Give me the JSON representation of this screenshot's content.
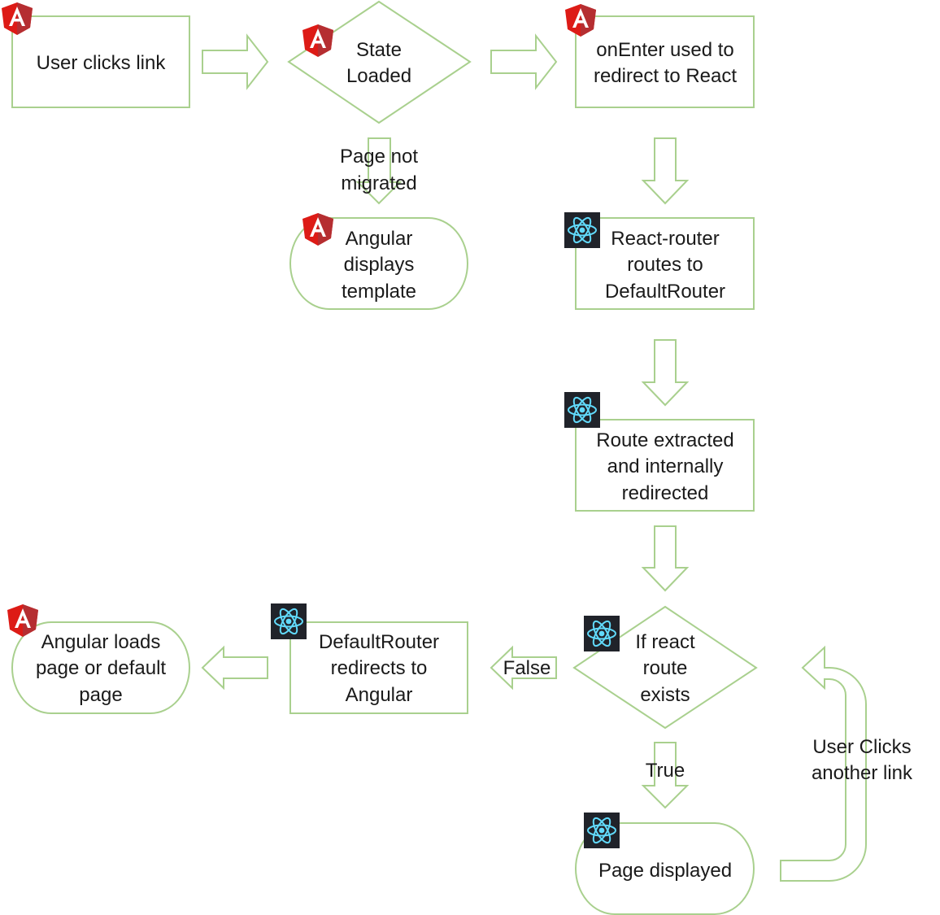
{
  "colors": {
    "shape_stroke": "#a9d08e",
    "angular_red": "#dd1b16",
    "angular_dark_red": "#b52e31",
    "react_bg": "#20232a",
    "react_cyan": "#61dafb"
  },
  "nodes": {
    "user_clicks_link": {
      "label": "User clicks link",
      "icon": "angular-icon"
    },
    "state_loaded": {
      "line1": "State",
      "line2": "Loaded",
      "icon": "angular-icon"
    },
    "onenter_redirect": {
      "line1": "onEnter used to",
      "line2": "redirect to React",
      "icon": "angular-icon"
    },
    "angular_displays": {
      "line1": "Angular",
      "line2": "displays",
      "line3": "template",
      "icon": "angular-icon"
    },
    "react_router_routes": {
      "line1": "React-router",
      "line2": "routes to",
      "line3": "DefaultRouter",
      "icon": "react-icon"
    },
    "route_extracted": {
      "line1": "Route extracted",
      "line2": "and internally",
      "line3": "redirected",
      "icon": "react-icon"
    },
    "if_react_route": {
      "line1": "If react",
      "line2": "route",
      "line3": "exists",
      "icon": "react-icon"
    },
    "defaultrouter_redirects": {
      "line1": "DefaultRouter",
      "line2": "redirects to",
      "line3": "Angular",
      "icon": "react-icon"
    },
    "angular_loads": {
      "line1": "Angular loads",
      "line2": "page or default",
      "line3": "page",
      "icon": "angular-icon"
    },
    "page_displayed": {
      "label": "Page displayed",
      "icon": "react-icon"
    }
  },
  "edges": {
    "page_not_migrated": {
      "line1": "Page not",
      "line2": "migrated"
    },
    "false_label": "False",
    "true_label": "True",
    "user_clicks_another": {
      "line1": "User Clicks",
      "line2": "another link"
    }
  }
}
